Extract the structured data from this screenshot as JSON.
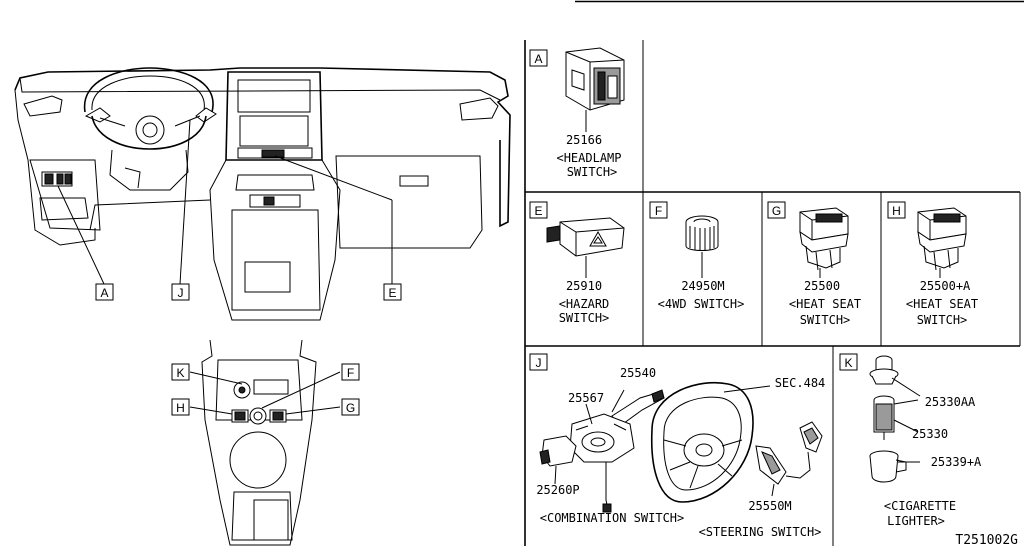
{
  "callouts": {
    "a": "A",
    "j": "J",
    "e": "E",
    "k": "K",
    "f": "F",
    "h": "H",
    "g": "G"
  },
  "panels": {
    "a": {
      "letter": "A",
      "part": "25166",
      "desc1": "<HEADLAMP",
      "desc2": "SWITCH>"
    },
    "e": {
      "letter": "E",
      "part": "25910",
      "desc1": "<HAZARD",
      "desc2": "SWITCH>"
    },
    "f": {
      "letter": "F",
      "part": "24950M",
      "desc1": "<4WD SWITCH>"
    },
    "g": {
      "letter": "G",
      "part": "25500",
      "desc1": "<HEAT SEAT",
      "desc2": "SWITCH>"
    },
    "h": {
      "letter": "H",
      "part": "25500+A",
      "desc1": "<HEAT SEAT",
      "desc2": "SWITCH>"
    },
    "j": {
      "letter": "J",
      "parts": [
        "25540",
        "25567",
        "SEC.484",
        "25260P",
        "25550M"
      ],
      "desc_combination": "<COMBINATION SWITCH>",
      "desc_steering": "<STEERING SWITCH>"
    },
    "k": {
      "letter": "K",
      "parts": [
        "25330AA",
        "25330",
        "25339+A"
      ],
      "desc1": "<CIGARETTE",
      "desc2": "LIGHTER>"
    }
  },
  "figure_code": "T251002G"
}
